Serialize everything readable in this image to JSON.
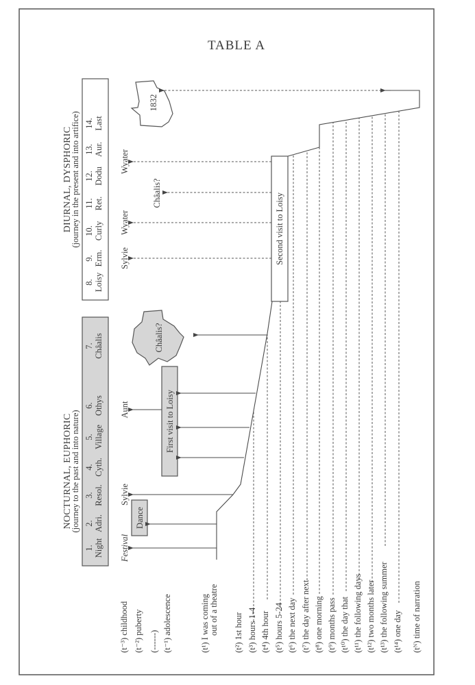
{
  "title": "TABLE A",
  "nocturnal": {
    "title": "NOCTURNAL, EUPHORIC",
    "subtitle": "(journey to the past and into nature)",
    "chapters": [
      {
        "num": "1.",
        "name": "Night"
      },
      {
        "num": "2.",
        "name": "Adri."
      },
      {
        "num": "3.",
        "name": "Resol."
      },
      {
        "num": "4.",
        "name": "Cyth."
      },
      {
        "num": "5.",
        "name": "Village"
      },
      {
        "num": "6.",
        "name": "Othys"
      },
      {
        "num": "7.",
        "name": "Châalis"
      }
    ],
    "events": {
      "festival": "Festival",
      "dance": "Dance",
      "sylvie": "Sylvie",
      "aunt": "Aunt",
      "first_visit": "First visit to Loisy",
      "chaalis": "Châalis?"
    }
  },
  "diurnal": {
    "title": "DIURNAL, DYSPHORIC",
    "subtitle": "(journey in the present and into artifice)",
    "chapters": [
      {
        "num": "8.",
        "name": "Loisy"
      },
      {
        "num": "9.",
        "name": "Erm."
      },
      {
        "num": "10.",
        "name": "Curly"
      },
      {
        "num": "11.",
        "name": "Ret."
      },
      {
        "num": "12.",
        "name": "Dodu"
      },
      {
        "num": "13.",
        "name": "Aur."
      },
      {
        "num": "14.",
        "name": "Last"
      }
    ],
    "events": {
      "sylvie": "Sylvie",
      "wyater1": "Wyater",
      "chaalis": "Châalis?",
      "wyater2": "Wyater",
      "second_visit": "Second visit to Loisy",
      "year": "1832"
    }
  },
  "times": [
    "(t⁻³) childhood",
    "(t⁻²) puberty",
    "(------)",
    "(t⁻¹) adolescence",
    "(t¹)  I was coming",
    "out of a theatre",
    "(t²)  1st hour",
    "(t³)  hours 1-4",
    "(t⁴)  4th hour",
    "(t⁵)  hours 5-24",
    "(t⁶)  the next day",
    "(t⁷)  the day after next",
    "(t⁸)  one morning",
    "(t⁹)  months pass",
    "(t¹⁰) the day that",
    "(t¹¹) the following days",
    "(t¹²) two months later",
    "(t¹³) the following summer",
    "(t¹⁴) one day",
    "(tᴺ) time of narration"
  ]
}
